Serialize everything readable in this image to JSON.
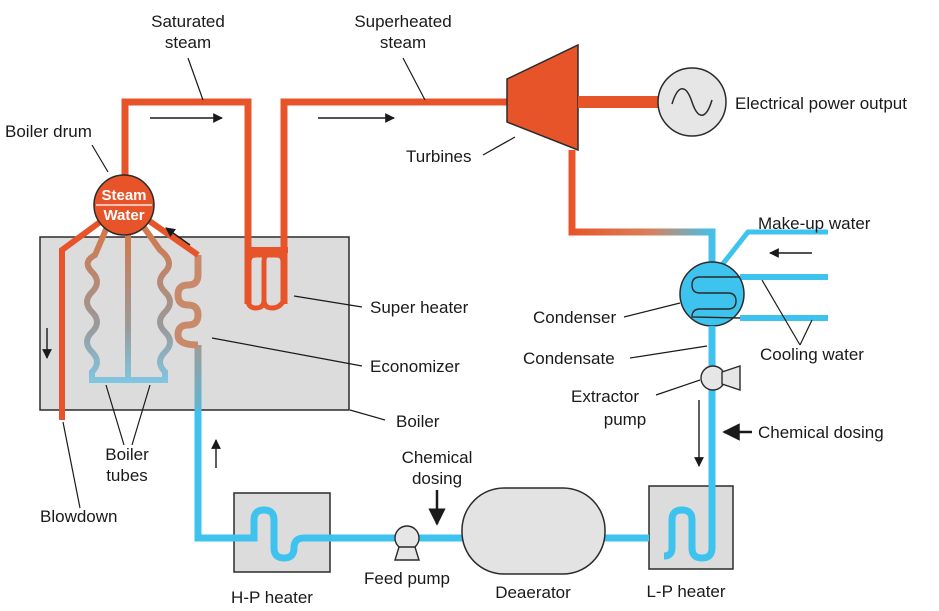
{
  "labels": {
    "saturated_steam_1": "Saturated",
    "saturated_steam_2": "steam",
    "superheated_steam_1": "Superheated",
    "superheated_steam_2": "steam",
    "boiler_drum": "Boiler drum",
    "drum_steam": "Steam",
    "drum_water": "Water",
    "turbines": "Turbines",
    "electrical_power_output": "Electrical power output",
    "make_up_water": "Make-up water",
    "super_heater": "Super heater",
    "condenser": "Condenser",
    "cooling_water": "Cooling water",
    "condensate": "Condensate",
    "economizer": "Economizer",
    "extractor_pump_1": "Extractor",
    "extractor_pump_2": "pump",
    "boiler": "Boiler",
    "chemical_dosing_right": "Chemical dosing",
    "boiler_tubes_1": "Boiler",
    "boiler_tubes_2": "tubes",
    "chemical_dosing_top_1": "Chemical",
    "chemical_dosing_top_2": "dosing",
    "blowdown": "Blowdown",
    "feed_pump": "Feed pump",
    "hp_heater": "H-P heater",
    "deaerator": "Deaerator",
    "lp_heater": "L-P heater"
  },
  "colors": {
    "steam": "#e8542a",
    "water": "#3ec3ef",
    "boiler_box": "#dcdcdd",
    "heater_box": "#dcdcdd",
    "deaerator": "#e3e3e4",
    "outline": "#2b2b2b"
  }
}
